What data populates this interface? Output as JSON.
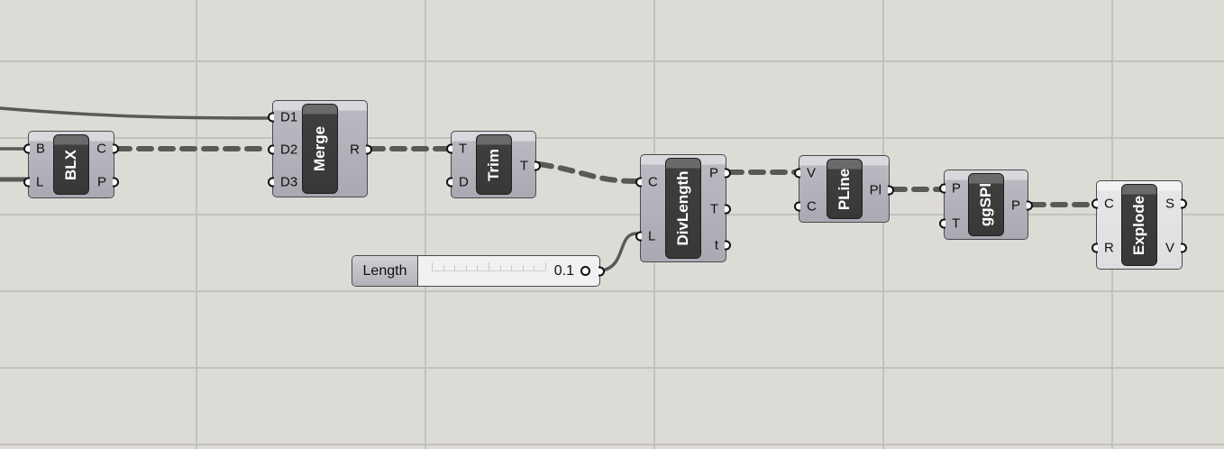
{
  "canvas": {
    "background": "#dddbd6",
    "grid_color": "#c3c1bb",
    "wire_color": "#5a5955"
  },
  "components": {
    "blx": {
      "name": "BLX",
      "inputs": [
        "B",
        "L"
      ],
      "outputs": [
        "C",
        "P"
      ]
    },
    "merge": {
      "name": "Merge",
      "inputs": [
        "D1",
        "D2",
        "D3"
      ],
      "outputs": [
        "R"
      ]
    },
    "trim": {
      "name": "Trim",
      "inputs": [
        "T",
        "D"
      ],
      "outputs": [
        "T"
      ]
    },
    "divlength": {
      "name": "DivLength",
      "inputs": [
        "C",
        "L"
      ],
      "outputs": [
        "P",
        "T",
        "t"
      ]
    },
    "pline": {
      "name": "PLine",
      "inputs": [
        "V",
        "C"
      ],
      "outputs": [
        "Pl"
      ]
    },
    "ggspl": {
      "name": "ggSPl",
      "inputs": [
        "P",
        "T"
      ],
      "outputs": [
        "P"
      ]
    },
    "explode": {
      "name": "Explode",
      "inputs": [
        "C",
        "R"
      ],
      "outputs": [
        "S",
        "V"
      ]
    }
  },
  "slider": {
    "name": "Length",
    "value": "0.1"
  }
}
